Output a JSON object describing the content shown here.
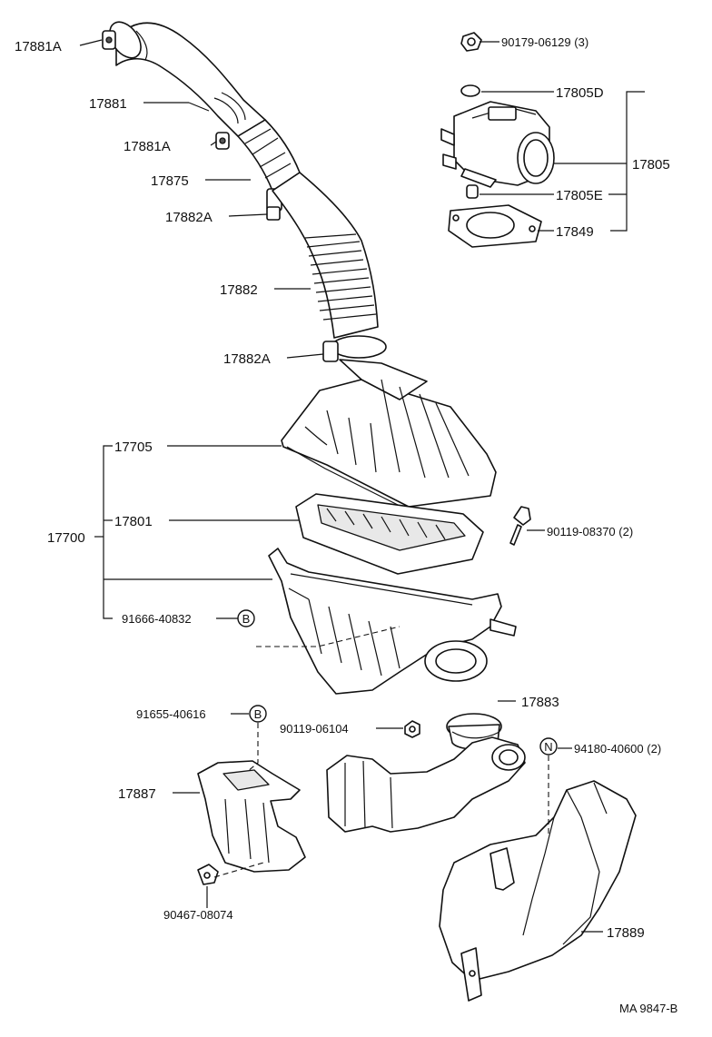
{
  "labels": {
    "p17881A_top": "17881A",
    "p17881": "17881",
    "p17881A_mid": "17881A",
    "p17875": "17875",
    "p17882A_top": "17882A",
    "p17882": "17882",
    "p17882A_low": "17882A",
    "p90179": "90179-06129",
    "p90179_qty": "(3)",
    "p17805D": "17805D",
    "p17805": "17805",
    "p17805E": "17805E",
    "p17849": "17849",
    "p17705": "17705",
    "p17801": "17801",
    "p17700": "17700",
    "p90119_08370": "90119-08370",
    "p90119_08370_qty": "(2)",
    "p91666": "91666-40832",
    "ref_b_1": "B",
    "p91655": "91655-40616",
    "ref_b_2": "B",
    "p17883": "17883",
    "p90119_06104": "90119-06104",
    "ref_n": "N",
    "p94180": "94180-40600",
    "p94180_qty": "(2)",
    "p17887": "17887",
    "p90467": "90467-08074",
    "p17889": "17889",
    "footer_code": "MA 9847-B"
  }
}
